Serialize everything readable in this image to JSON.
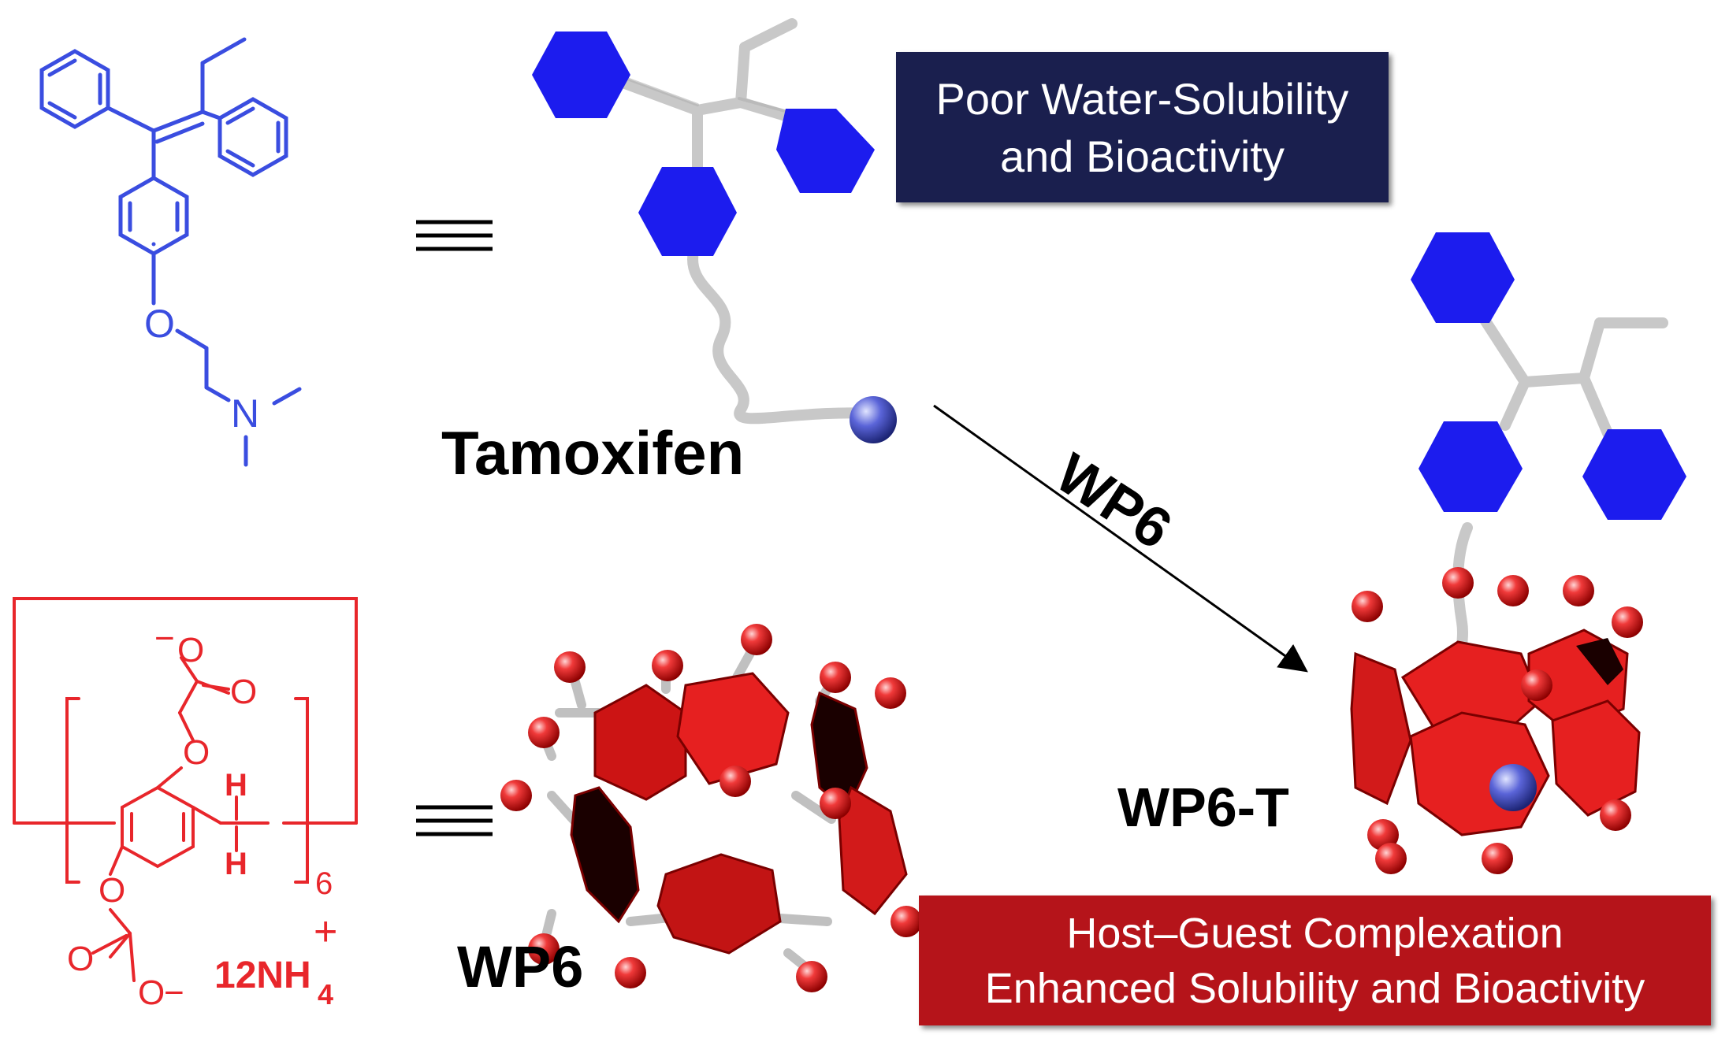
{
  "colors": {
    "tamoxifen": "#3a4de0",
    "wp6": "#e8262b",
    "dark_box": "#1a1f4e",
    "red_box": "#b5141a",
    "linker": "#c0c0c0"
  },
  "tamoxifen_structure": {
    "atom_o": "O",
    "atom_n": "N"
  },
  "wp6_structure": {
    "atom_o": "O",
    "atom_h": "H",
    "charge_minus": "−",
    "repeat": "6",
    "counterion_main": "12NH",
    "counterion_sub": "4",
    "counterion_charge": "+"
  },
  "equivalence_symbol": "≡",
  "labels": {
    "tamoxifen": "Tamoxifen",
    "reagent": "WP6",
    "complex": "WP6-T",
    "host": "WP6"
  },
  "boxes": {
    "problem": [
      "Poor Water-Solubility",
      "and Bioactivity"
    ],
    "result": [
      "Host–Guest Complexation",
      "Enhanced Solubility and Bioactivity"
    ]
  }
}
